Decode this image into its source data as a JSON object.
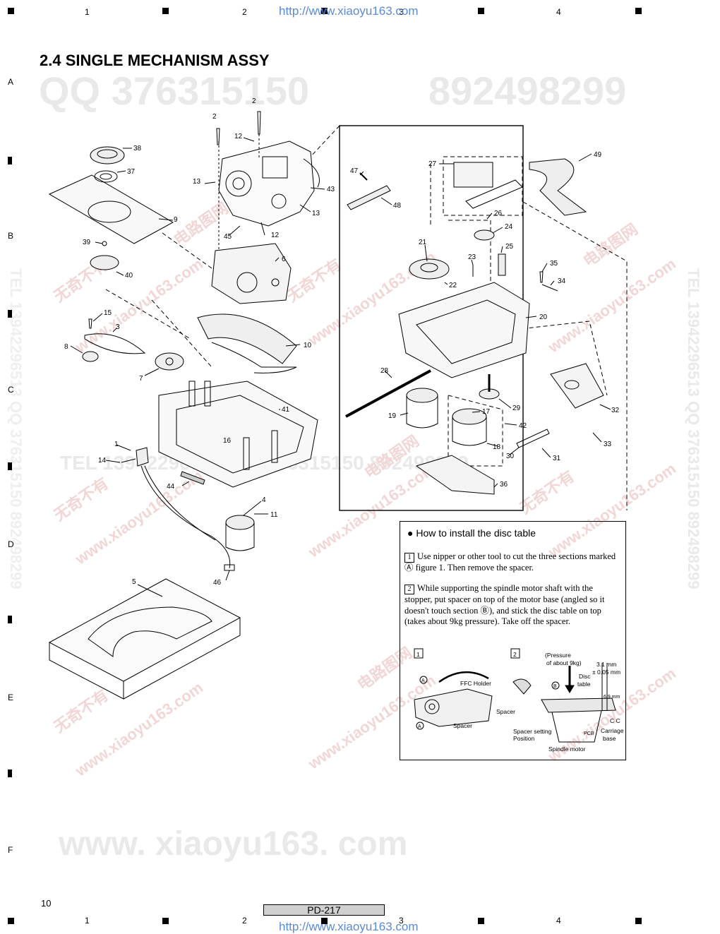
{
  "header": {
    "columns": [
      "1",
      "2",
      "3",
      "4"
    ],
    "url": "http://www.xiaoyu163.com"
  },
  "rows": [
    "A",
    "B",
    "C",
    "D",
    "E",
    "F"
  ],
  "section_title": "2.4  SINGLE MECHANISM ASSY",
  "watermarks": {
    "qq_top": "QQ 376315150",
    "qq_top_2": "892498299",
    "middle": "TEL 13942296513  QQ 376315150  892498299",
    "bottom": "www. xiaoyu163. com",
    "side": "TEL 13942296513  QQ 376315150  892498299",
    "red_1": "无奇不有",
    "red_2": "电路图网",
    "red_3": "www.xiaoyu163.com"
  },
  "part_numbers": [
    "1",
    "2",
    "3",
    "4",
    "5",
    "6",
    "7",
    "8",
    "9",
    "10",
    "11",
    "12",
    "13",
    "14",
    "15",
    "16",
    "17",
    "18",
    "19",
    "20",
    "21",
    "22",
    "23",
    "24",
    "25",
    "26",
    "27",
    "28",
    "29",
    "30",
    "31",
    "32",
    "33",
    "34",
    "35",
    "36",
    "37",
    "38",
    "39",
    "40",
    "41",
    "42",
    "43",
    "44",
    "45",
    "46",
    "47",
    "48",
    "49"
  ],
  "howto": {
    "title": "How to install the disc table",
    "step1_num": "1",
    "step1": "Use nipper or other tool to cut the three sections marked Ⓐ figure 1. Then remove the spacer.",
    "step2_num": "2",
    "step2": "While supporting the spindle motor shaft with the stopper, put spacer on top of the motor base (angled so it doesn't touch section Ⓑ), and stick the disc table on top (takes about 9kg pressure). Take off the spacer.",
    "fig1_label": "1",
    "fig2_label": "2",
    "labels": {
      "ffc_holder": "FFC Holder",
      "spacer_a": "Spacer",
      "spacer_b": "Spacer",
      "a_mark": "A",
      "b_mark": "B",
      "pressure": "(Pressure",
      "pressure2": "of about 9kg)",
      "dim1": "3.1 mm",
      "dim2": "± 0.05 mm",
      "disc_table": "Disc",
      "disc_table2": "table",
      "dim3": "6.9 mm",
      "spacer_setting": "Spacer setting",
      "position": "Position",
      "pcb": "PCB",
      "cc": "C C",
      "carriage": "Carriage",
      "base": "base",
      "spindle_motor": "Spindle motor"
    }
  },
  "footer": {
    "model": "PD-217",
    "page": "10",
    "url": "http://www.xiaoyu163.com"
  }
}
